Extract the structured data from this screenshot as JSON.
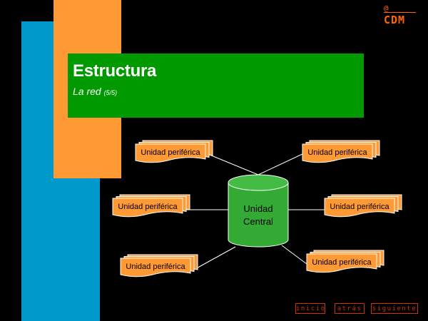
{
  "slide": {
    "title": "Estructura",
    "subtitle": "La red",
    "page_indicator": "(5/5)"
  },
  "logo": {
    "at": "@",
    "text": "CDM"
  },
  "diagram": {
    "center_label_line1": "Unidad",
    "center_label_line2": "Central",
    "peripheral_label": "Unidad periférica",
    "peripheral_count": 6
  },
  "nav": {
    "home": "inicio",
    "back": "atrás",
    "next": "siguiente"
  },
  "colors": {
    "background": "#000000",
    "blue": "#0099cc",
    "orange": "#ff9933",
    "green": "#009900",
    "cylinder": "#33aa33",
    "nav_red": "#cc3300",
    "logo": "#ff6600"
  }
}
